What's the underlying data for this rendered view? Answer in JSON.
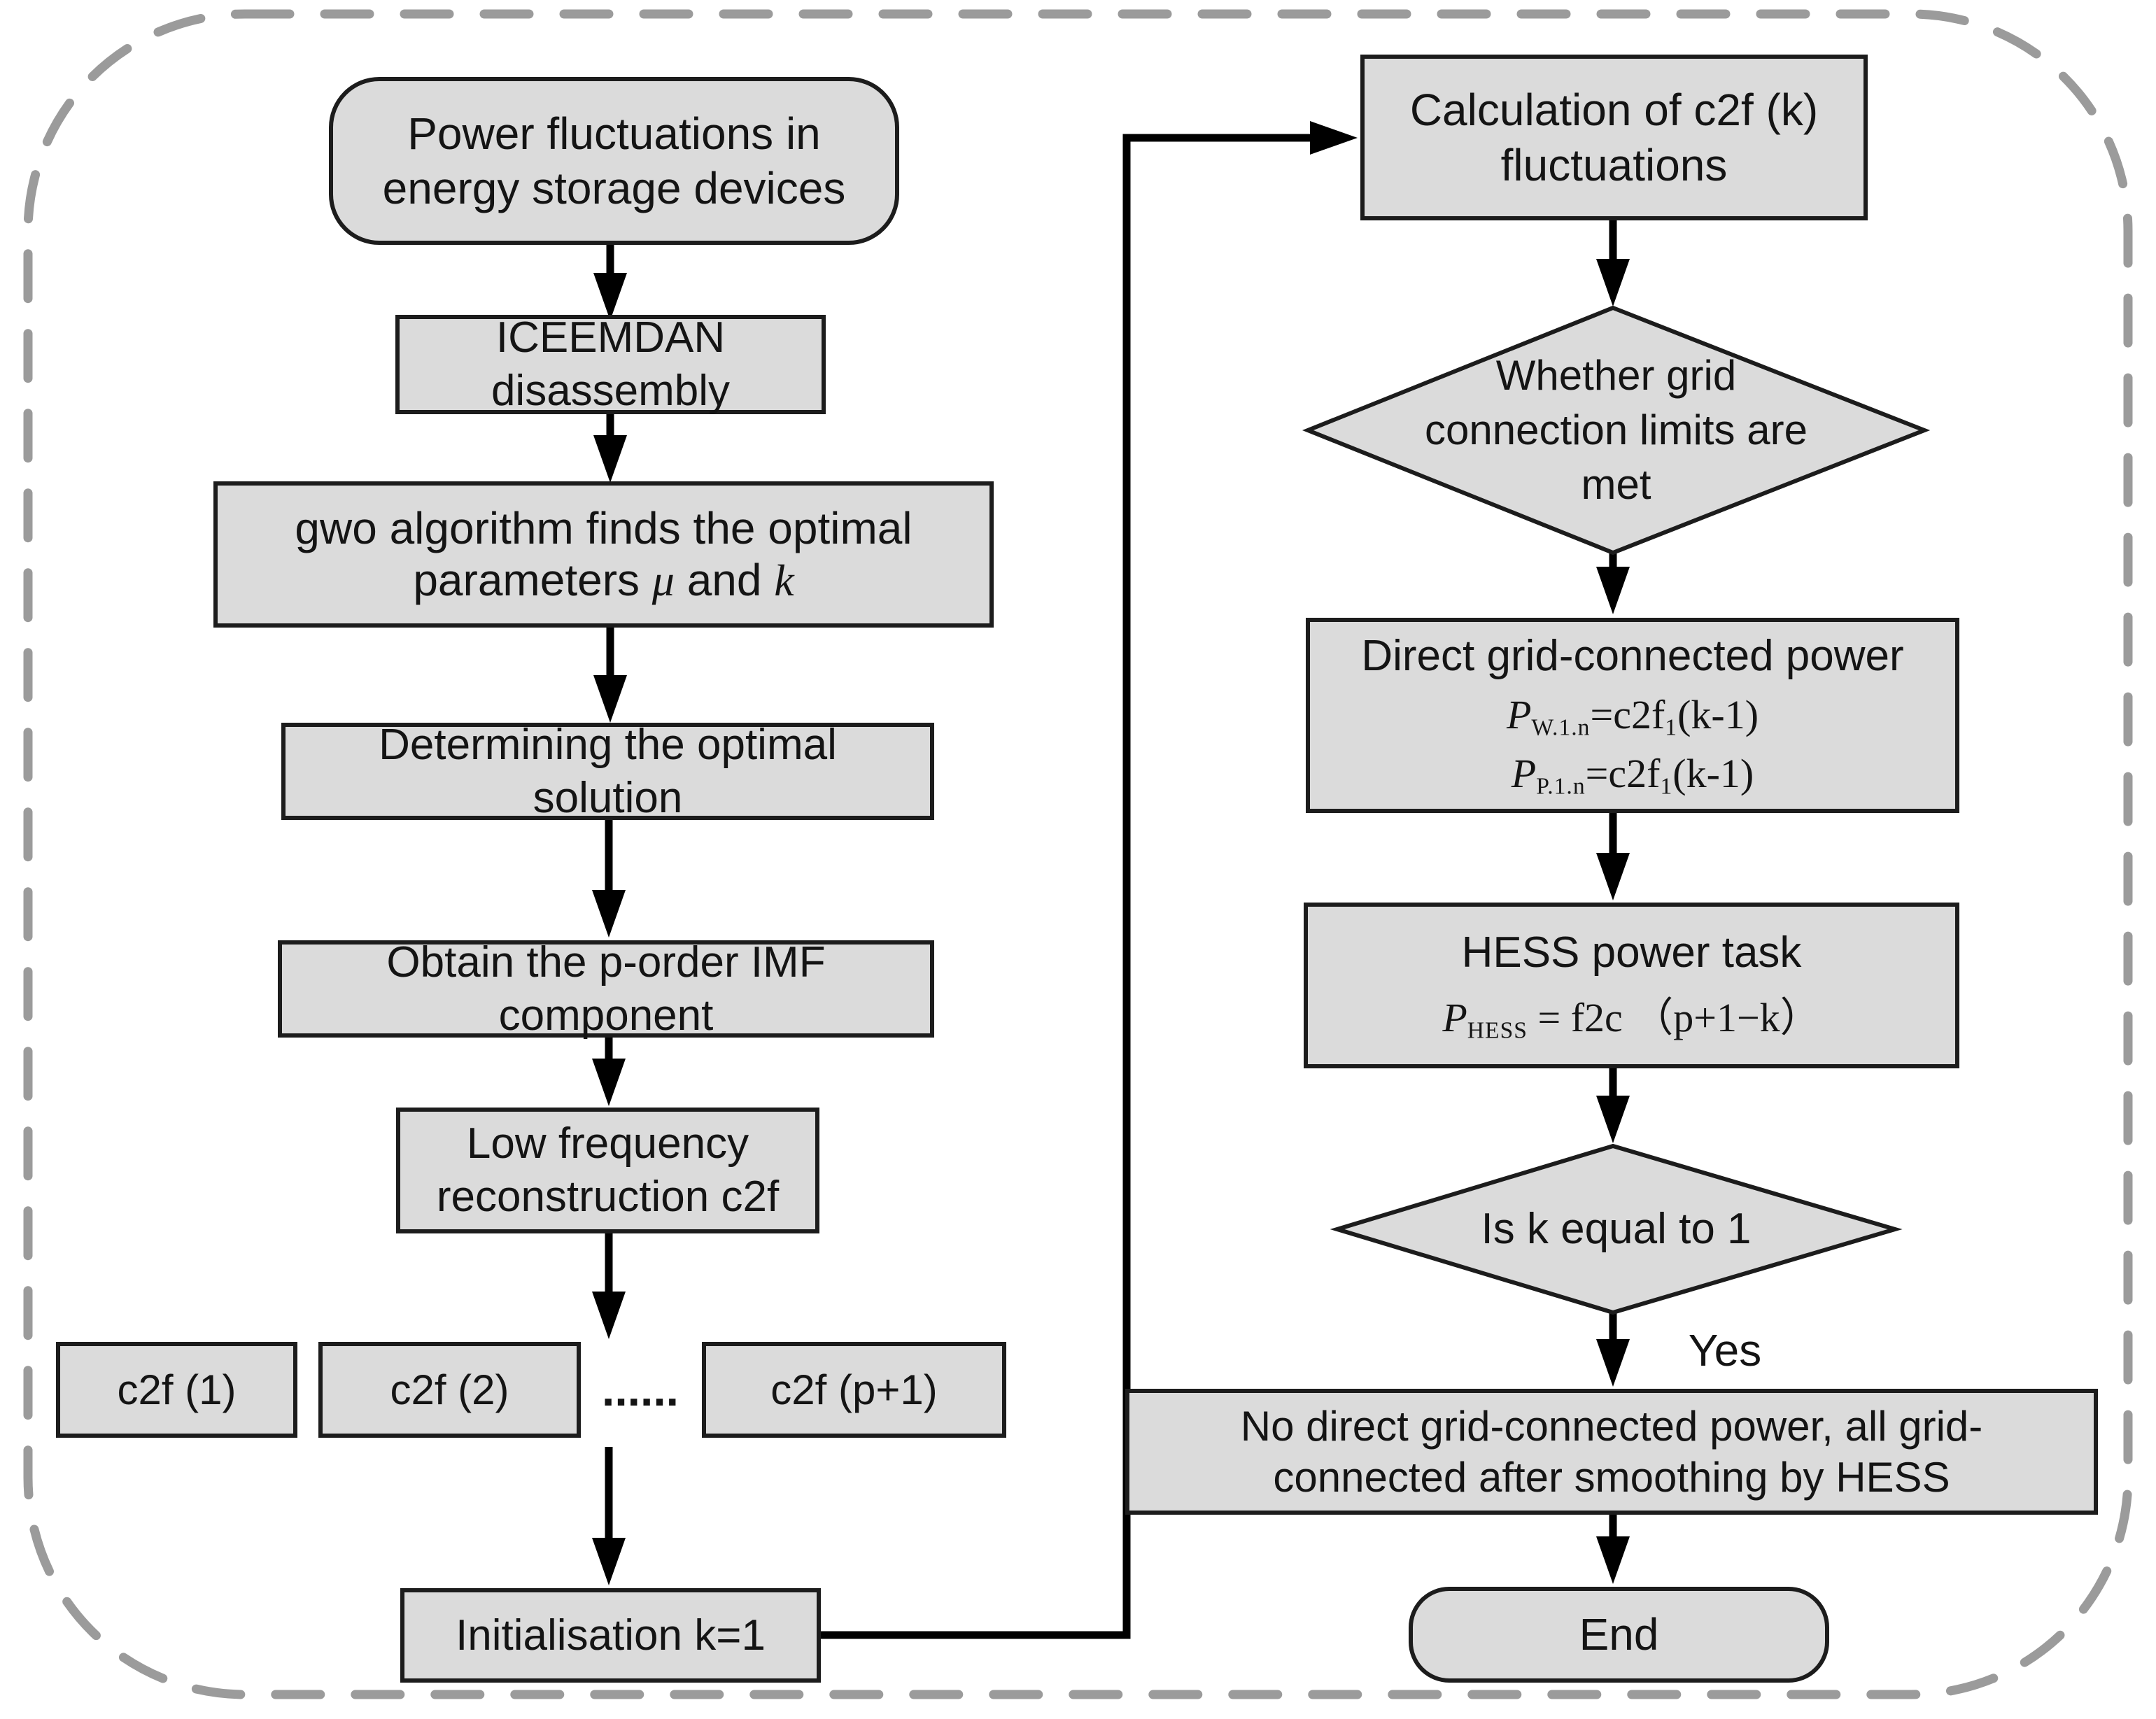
{
  "styles": {
    "box_fill": "#dbdbdb",
    "box_border": "#1c1c1c",
    "dashed_border": "#9b9b9b",
    "arrow_color": "#000000"
  },
  "nodes": {
    "start": {
      "label": "Power fluctuations in\nenergy storage devices"
    },
    "iceemdan": {
      "label": "ICEEMDAN\ndisassembly"
    },
    "gwo": {
      "line1": "gwo algorithm finds the optimal",
      "line2_pre": "parameters ",
      "mu": "μ",
      "line2_mid": " and ",
      "k": "k"
    },
    "determining": {
      "label": "Determining the optimal\nsolution"
    },
    "obtain": {
      "label": "Obtain the p-order IMF\ncomponent"
    },
    "lowfreq": {
      "label": "Low frequency\nreconstruction c2f"
    },
    "c2f_1": {
      "label": "c2f (1)"
    },
    "c2f_2": {
      "label": "c2f (2)"
    },
    "dots": {
      "label": "......"
    },
    "c2f_p": {
      "label": "c2f (p+1)"
    },
    "init": {
      "label": "Initialisation k=1"
    },
    "calc": {
      "label": "Calculation of c2f (k)\nfluctuations"
    },
    "whether": {
      "label": "Whether grid\nconnection limits are\nmet"
    },
    "direct": {
      "title": "Direct grid-connected power",
      "formula1": {
        "p": "P",
        "sub": "W.1.n",
        "eq": "=c2f",
        "sub2": "1",
        "tail": "(k-1)"
      },
      "formula2": {
        "p": "P",
        "sub": "P.1.n",
        "eq": "=c2f",
        "sub2": "1",
        "tail": "(k-1)"
      }
    },
    "hess": {
      "title": "HESS power task",
      "formula": {
        "p": "P",
        "sub": "HESS",
        "eq": " = f2c ",
        "tail": "（p+1−k）"
      }
    },
    "isk": {
      "label": "Is k equal to 1"
    },
    "yes_label": "Yes",
    "nodirect": {
      "label": "No direct grid-connected power, all grid-\nconnected after smoothing by HESS"
    },
    "end": {
      "label": "End"
    }
  }
}
